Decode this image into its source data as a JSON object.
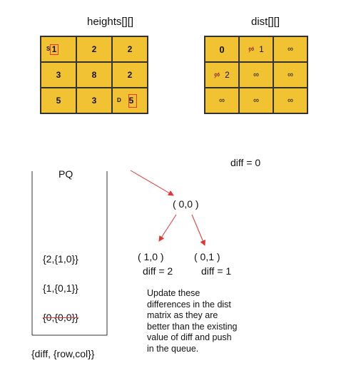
{
  "heights": {
    "title": "heights[][]",
    "rows": [
      [
        "1",
        "2",
        "2"
      ],
      [
        "3",
        "8",
        "2"
      ],
      [
        "5",
        "3",
        "5"
      ]
    ],
    "source_marker": "S",
    "dest_marker": "D"
  },
  "dist": {
    "title": "dist[][]",
    "rows": [
      [
        "0",
        "∞ 1",
        "∞"
      ],
      [
        "∞ 2",
        "∞",
        "∞"
      ],
      [
        "∞",
        "∞",
        "∞"
      ]
    ],
    "updated_01": "1",
    "updated_10": "2"
  },
  "diff_label": "diff = 0",
  "pq": {
    "label": "PQ",
    "items": [
      "{2,{1,0}}",
      "{1,{0,1}}",
      "{0,{0,0}}"
    ],
    "legend": "{diff, {row,col}}"
  },
  "tree": {
    "root": "( 0,0 )",
    "left": "( 1,0 )",
    "left_diff": "diff = 2",
    "right": "( 0,1 )",
    "right_diff": "diff = 1"
  },
  "note": "Update these\ndifferences in the dist\nmatrix as they are\nbetter than the existing\nvalue of diff and push\nin the queue.",
  "colors": {
    "grid": "#f1c232",
    "accent": "#e33333"
  }
}
